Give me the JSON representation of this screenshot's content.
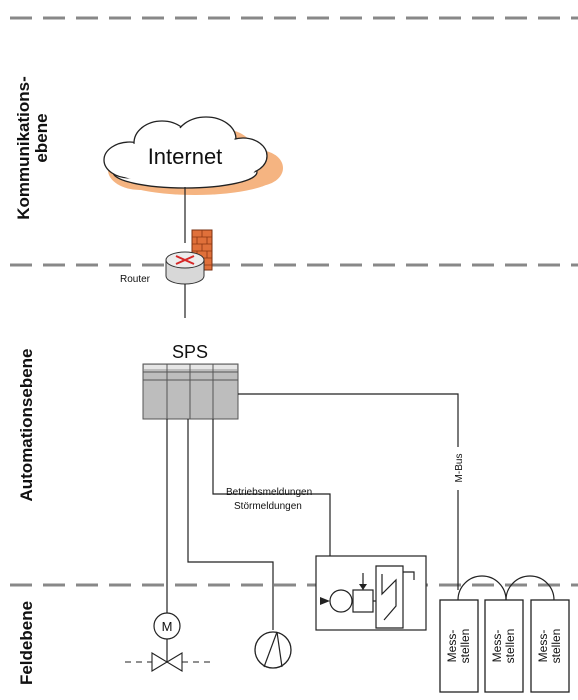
{
  "levels": {
    "communication": [
      "Kommunikations-",
      "ebene"
    ],
    "automation": "Automationsebene",
    "field": "Feldebene"
  },
  "nodes": {
    "internet": "Internet",
    "router": "Router",
    "sps": "SPS",
    "motor": "M",
    "meter_label": [
      "Mess-",
      "stellen"
    ]
  },
  "signals": {
    "operation": "Betriebsmeldungen",
    "fault": "Störmeldungen",
    "mbus": "M-Bus"
  },
  "colors": {
    "cloud_shadow": "#f5b481",
    "firewall": "#e0703a",
    "router_arrow": "#d62828",
    "plc": "#bdbdbd",
    "divider": "#888888"
  }
}
